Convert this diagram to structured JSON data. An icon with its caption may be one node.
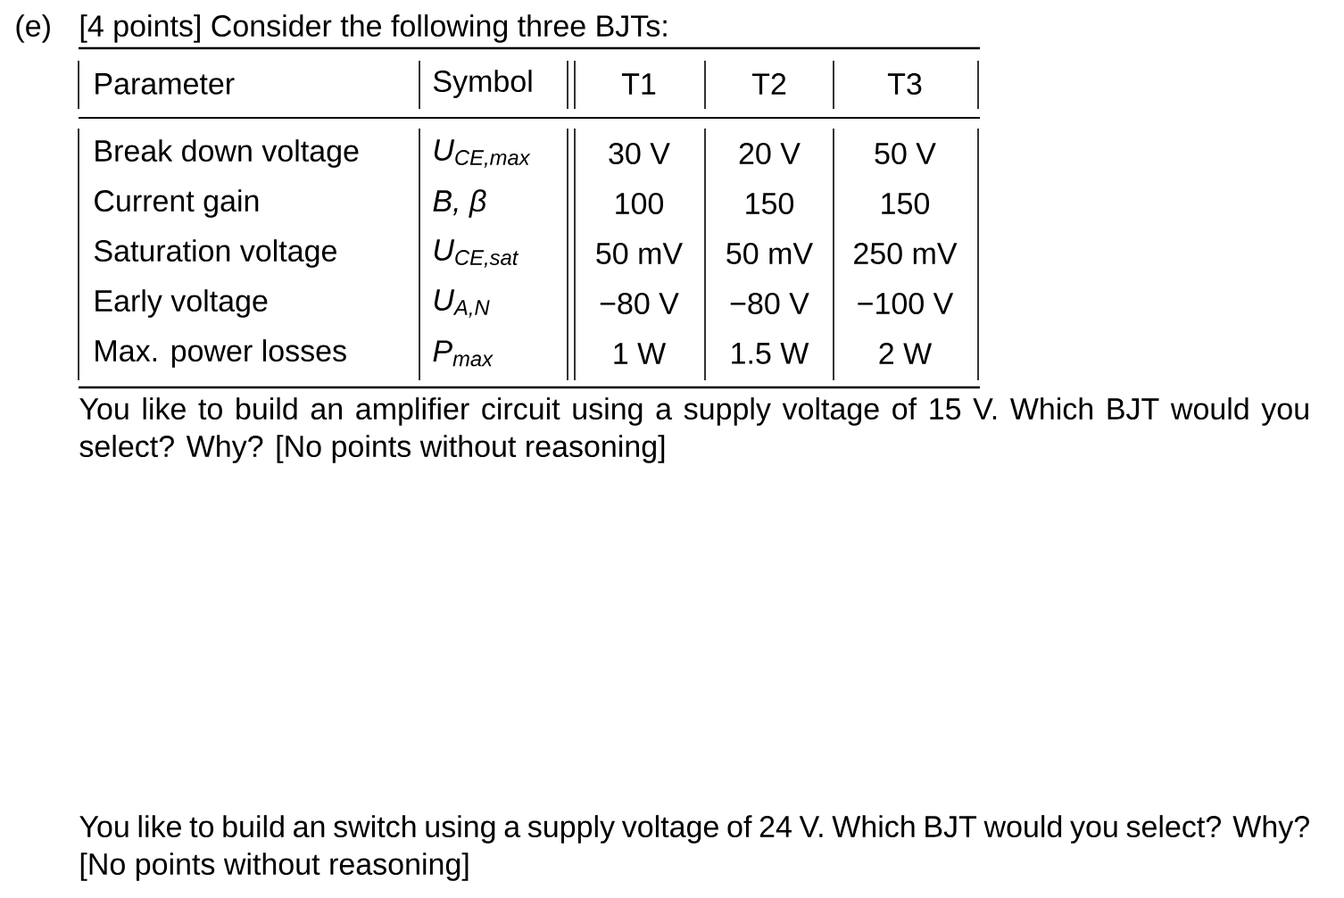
{
  "diagram": {
    "labels": [
      "(e)",
      "[4 points] Consider the following three BJTs:",
      "Parameter",
      "Symbol",
      "T1",
      "T2",
      "T3",
      "Break down voltage",
      "U$_{CE,max}$",
      "30 V",
      "20 V",
      "50 V",
      "Current gain",
      "B, β",
      "100",
      "150",
      "150",
      "Saturation voltage",
      "U$_{CE,sat}$",
      "50 mV",
      "50 mV",
      "250 mV",
      "Early voltage",
      "U$_{A,N}$",
      "−80 V",
      "−80 V",
      "−100 V",
      "Max. power losses",
      "P$_{max}$",
      "1 W",
      "1.5 W",
      "2 W",
      "You like to build an amplifier circuit using a supply voltage of 15 V. Which BJT would you select? Why? [No points without reasoning]",
      "You like to build an switch using a supply voltage of 24 V. Which BJT would you select? Why? [No points without reasoning]"
    ]
  }
}
